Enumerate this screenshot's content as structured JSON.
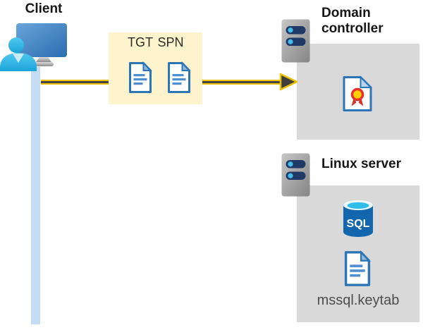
{
  "client": {
    "label": "Client"
  },
  "ticket_box": {
    "tgt_label": "TGT",
    "spn_label": "SPN"
  },
  "domain_controller": {
    "label": "Domain controller"
  },
  "linux_server": {
    "label": "Linux server",
    "sql_label": "SQL",
    "keytab_label": "mssql.keytab"
  },
  "icons": {
    "client": "person-at-computer-icon",
    "domain_controller": "server-icon",
    "linux_server": "server-icon",
    "tickets": "document-icon",
    "certificate": "certificate-icon",
    "database": "sql-database-icon",
    "keytab": "document-icon",
    "flow": "yellow-arrow-right"
  },
  "colors": {
    "arrow_yellow": "#F0C000",
    "arrow_core": "#454545",
    "ticket_box_bg": "#FDF3CD",
    "panel_gray": "#D9D9D9",
    "doc_blue": "#2E75B6",
    "client_bar_blue": "#C5DCF6",
    "sql_blue": "#1166AD",
    "accent_cyan": "#45BDEA",
    "person_cyan": "#2FB4E4"
  }
}
